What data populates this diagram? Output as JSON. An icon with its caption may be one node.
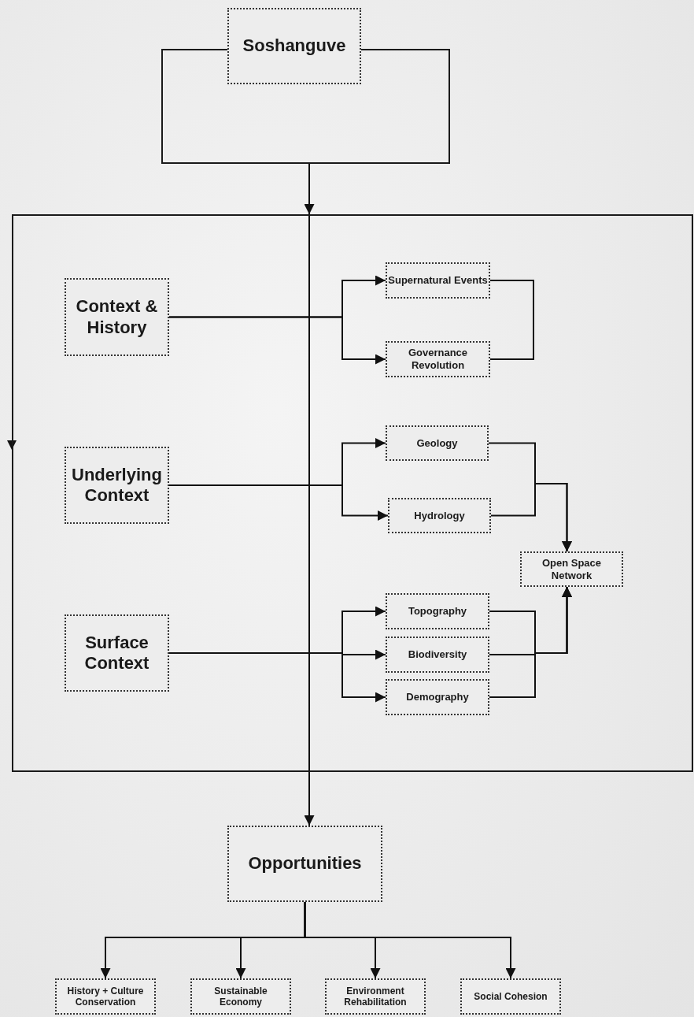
{
  "diagram": {
    "nodes": [
      {
        "text": [],
        "shape": "box"
      },
      {
        "text": [
          "Soshanguve"
        ]
      },
      {
        "text": [],
        "shape": "box"
      },
      {
        "text": [
          "Context & History"
        ],
        "in": 2
      },
      {
        "text": [
          "Supernatural Events"
        ],
        "in": 2
      },
      {
        "text": [
          "Governance Revolution"
        ],
        "in": 2
      },
      {
        "text": [
          "Underlying Context"
        ],
        "in": 2
      },
      {
        "text": [
          "Geology"
        ],
        "in": 2
      },
      {
        "text": [
          "Hydrology"
        ],
        "in": 2
      },
      {
        "text": [
          "Open Space Network"
        ],
        "in": 2
      },
      {
        "text": [
          "Surface Context"
        ],
        "in": 2
      },
      {
        "text": [
          "Topography"
        ],
        "in": 2
      },
      {
        "text": [
          "Biodiversity"
        ],
        "in": 2
      },
      {
        "text": [
          "Demography"
        ],
        "in": 2
      },
      {
        "text": [
          "Opportunities"
        ]
      },
      {
        "text": [
          "History + Culture Conservation"
        ]
      },
      {
        "text": [
          "Sustainable Economy"
        ]
      },
      {
        "text": [
          "Environment Rehabilitation"
        ]
      },
      {
        "text": [
          "Social Cohesion"
        ]
      }
    ],
    "edges": [
      {
        "from": 0,
        "to": 2,
        "arrow": "to"
      },
      {
        "from": 2,
        "to": 14,
        "arrow": "to"
      },
      {
        "from": 3,
        "to": 4,
        "arrow": "to"
      },
      {
        "from": 3,
        "to": 5,
        "arrow": "to"
      },
      {
        "from": 4,
        "to": 5,
        "arrow": "none"
      },
      {
        "from": 6,
        "to": 7,
        "arrow": "to"
      },
      {
        "from": 6,
        "to": 8,
        "arrow": "to"
      },
      {
        "from": 7,
        "to": 9,
        "arrow": "to"
      },
      {
        "from": 8,
        "to": 9,
        "arrow": "to"
      },
      {
        "from": 10,
        "to": 11,
        "arrow": "to"
      },
      {
        "from": 10,
        "to": 12,
        "arrow": "to"
      },
      {
        "from": 10,
        "to": 13,
        "arrow": "to"
      },
      {
        "from": 11,
        "to": 9,
        "arrow": "to"
      },
      {
        "from": 12,
        "to": 9,
        "arrow": "to"
      },
      {
        "from": 13,
        "to": 9,
        "arrow": "to"
      },
      {
        "from": 14,
        "to": 15,
        "arrow": "to"
      },
      {
        "from": 14,
        "to": 16,
        "arrow": "to"
      },
      {
        "from": 14,
        "to": 17,
        "arrow": "to"
      },
      {
        "from": 14,
        "to": 18,
        "arrow": "to"
      }
    ]
  }
}
